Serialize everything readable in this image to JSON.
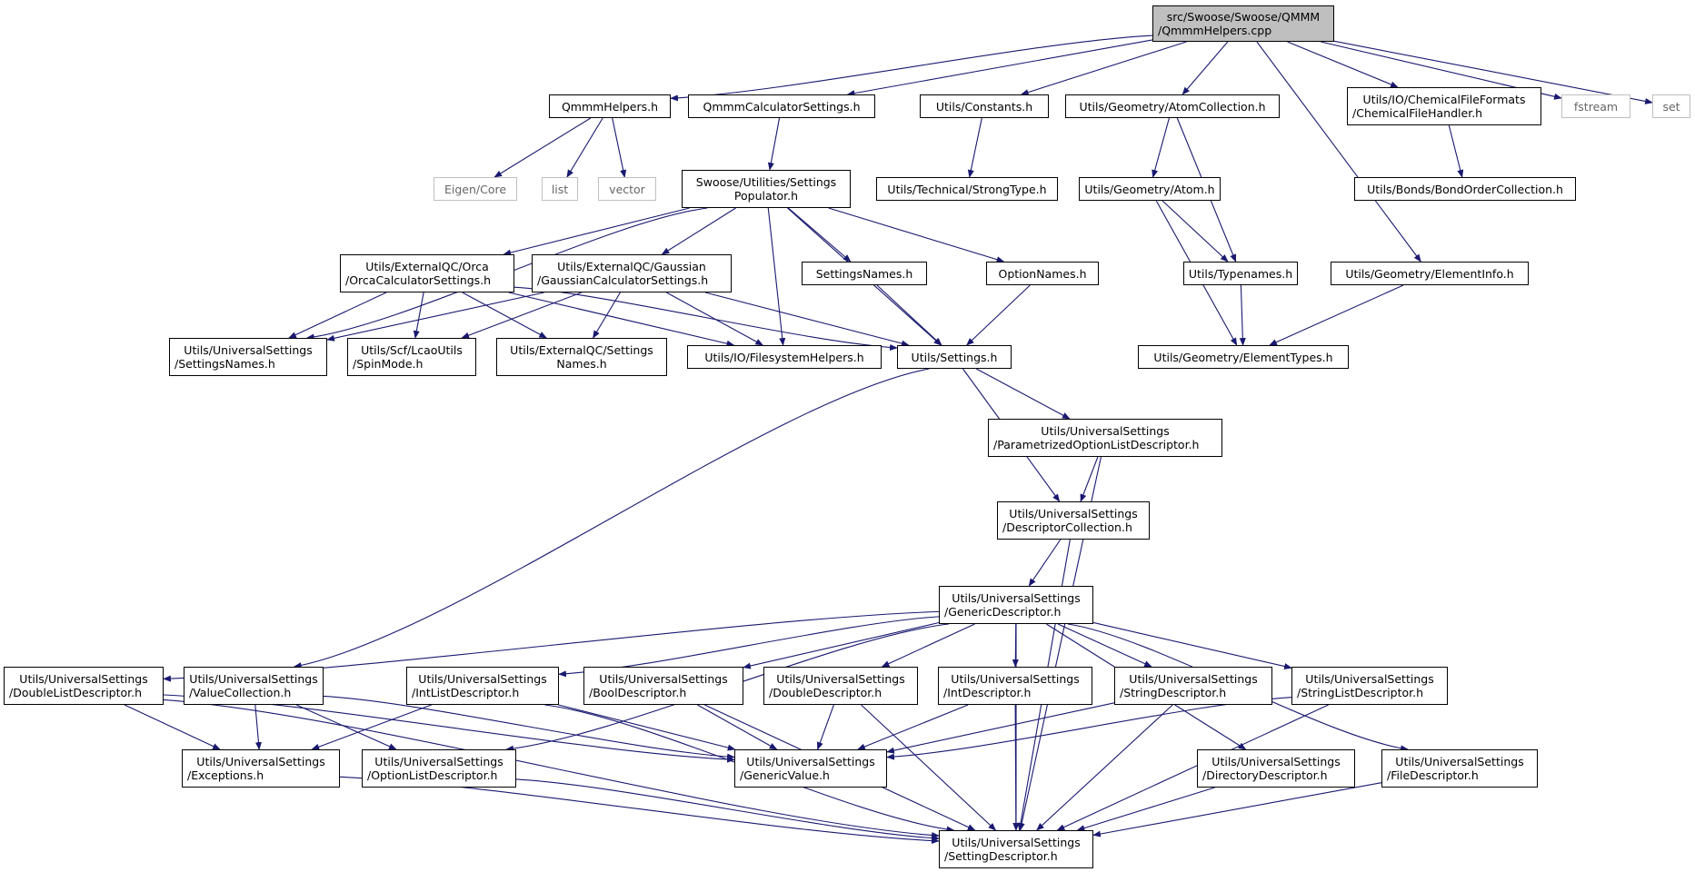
{
  "diagram": {
    "colors": {
      "edge": "#191970",
      "node_border": "#000000",
      "external_border": "#bfbfbf",
      "root_fill": "#bfbfbf"
    },
    "nodes": [
      {
        "id": "root",
        "lines": [
          "src/Swoose/Swoose/QMMM",
          "/QmmmHelpers.cpp"
        ],
        "kind": "root"
      },
      {
        "id": "qmmmhelpers_h",
        "lines": [
          "QmmmHelpers.h"
        ]
      },
      {
        "id": "qmmmcalc",
        "lines": [
          "QmmmCalculatorSettings.h"
        ]
      },
      {
        "id": "constants",
        "lines": [
          "Utils/Constants.h"
        ]
      },
      {
        "id": "atomcollection",
        "lines": [
          "Utils/Geometry/AtomCollection.h"
        ]
      },
      {
        "id": "chemfile",
        "lines": [
          "Utils/IO/ChemicalFileFormats",
          "/ChemicalFileHandler.h"
        ]
      },
      {
        "id": "fstream",
        "lines": [
          "fstream"
        ],
        "kind": "ext"
      },
      {
        "id": "set",
        "lines": [
          "set"
        ],
        "kind": "ext"
      },
      {
        "id": "eigen",
        "lines": [
          "Eigen/Core"
        ],
        "kind": "ext"
      },
      {
        "id": "list",
        "lines": [
          "list"
        ],
        "kind": "ext"
      },
      {
        "id": "vector",
        "lines": [
          "vector"
        ],
        "kind": "ext"
      },
      {
        "id": "populator",
        "lines": [
          "Swoose/Utilities/Settings",
          "Populator.h"
        ]
      },
      {
        "id": "strongtype",
        "lines": [
          "Utils/Technical/StrongType.h"
        ]
      },
      {
        "id": "atom",
        "lines": [
          "Utils/Geometry/Atom.h"
        ]
      },
      {
        "id": "bondorder",
        "lines": [
          "Utils/Bonds/BondOrderCollection.h"
        ]
      },
      {
        "id": "orca",
        "lines": [
          "Utils/ExternalQC/Orca",
          "/OrcaCalculatorSettings.h"
        ]
      },
      {
        "id": "gaussian",
        "lines": [
          "Utils/ExternalQC/Gaussian",
          "/GaussianCalculatorSettings.h"
        ]
      },
      {
        "id": "settingsnames",
        "lines": [
          "SettingsNames.h"
        ]
      },
      {
        "id": "optionnames",
        "lines": [
          "OptionNames.h"
        ]
      },
      {
        "id": "typenames",
        "lines": [
          "Utils/Typenames.h"
        ]
      },
      {
        "id": "elementinfo",
        "lines": [
          "Utils/Geometry/ElementInfo.h"
        ]
      },
      {
        "id": "us_settingsnames",
        "lines": [
          "Utils/UniversalSettings",
          "/SettingsNames.h"
        ]
      },
      {
        "id": "spinmode",
        "lines": [
          "Utils/Scf/LcaoUtils",
          "/SpinMode.h"
        ]
      },
      {
        "id": "extqc_names",
        "lines": [
          "Utils/ExternalQC/Settings",
          "Names.h"
        ]
      },
      {
        "id": "fshelpers",
        "lines": [
          "Utils/IO/FilesystemHelpers.h"
        ]
      },
      {
        "id": "settings",
        "lines": [
          "Utils/Settings.h"
        ]
      },
      {
        "id": "elementtypes",
        "lines": [
          "Utils/Geometry/ElementTypes.h"
        ]
      },
      {
        "id": "paramoptlist",
        "lines": [
          "Utils/UniversalSettings",
          "/ParametrizedOptionListDescriptor.h"
        ]
      },
      {
        "id": "desccoll",
        "lines": [
          "Utils/UniversalSettings",
          "/DescriptorCollection.h"
        ]
      },
      {
        "id": "genericdesc",
        "lines": [
          "Utils/UniversalSettings",
          "/GenericDescriptor.h"
        ]
      },
      {
        "id": "doublelist",
        "lines": [
          "Utils/UniversalSettings",
          "/DoubleListDescriptor.h"
        ]
      },
      {
        "id": "valuecoll",
        "lines": [
          "Utils/UniversalSettings",
          "/ValueCollection.h"
        ]
      },
      {
        "id": "intlist",
        "lines": [
          "Utils/UniversalSettings",
          "/IntListDescriptor.h"
        ]
      },
      {
        "id": "booldesc",
        "lines": [
          "Utils/UniversalSettings",
          "/BoolDescriptor.h"
        ]
      },
      {
        "id": "doubledesc",
        "lines": [
          "Utils/UniversalSettings",
          "/DoubleDescriptor.h"
        ]
      },
      {
        "id": "intdesc",
        "lines": [
          "Utils/UniversalSettings",
          "/IntDescriptor.h"
        ]
      },
      {
        "id": "stringdesc",
        "lines": [
          "Utils/UniversalSettings",
          "/StringDescriptor.h"
        ]
      },
      {
        "id": "stringlist",
        "lines": [
          "Utils/UniversalSettings",
          "/StringListDescriptor.h"
        ]
      },
      {
        "id": "exceptions",
        "lines": [
          "Utils/UniversalSettings",
          "/Exceptions.h"
        ]
      },
      {
        "id": "optionlist",
        "lines": [
          "Utils/UniversalSettings",
          "/OptionListDescriptor.h"
        ]
      },
      {
        "id": "genericvalue",
        "lines": [
          "Utils/UniversalSettings",
          "/GenericValue.h"
        ]
      },
      {
        "id": "dirdesc",
        "lines": [
          "Utils/UniversalSettings",
          "/DirectoryDescriptor.h"
        ]
      },
      {
        "id": "filedesc",
        "lines": [
          "Utils/UniversalSettings",
          "/FileDescriptor.h"
        ]
      },
      {
        "id": "settingdesc",
        "lines": [
          "Utils/UniversalSettings",
          "/SettingDescriptor.h"
        ]
      }
    ],
    "edges": [
      [
        "root",
        "qmmmhelpers_h"
      ],
      [
        "root",
        "qmmmcalc"
      ],
      [
        "root",
        "constants"
      ],
      [
        "root",
        "atomcollection"
      ],
      [
        "root",
        "chemfile"
      ],
      [
        "root",
        "fstream"
      ],
      [
        "root",
        "set"
      ],
      [
        "root",
        "elementinfo"
      ],
      [
        "qmmmhelpers_h",
        "eigen"
      ],
      [
        "qmmmhelpers_h",
        "list"
      ],
      [
        "qmmmhelpers_h",
        "vector"
      ],
      [
        "qmmmcalc",
        "populator"
      ],
      [
        "constants",
        "strongtype"
      ],
      [
        "atomcollection",
        "atom"
      ],
      [
        "atomcollection",
        "typenames"
      ],
      [
        "chemfile",
        "bondorder"
      ],
      [
        "populator",
        "orca"
      ],
      [
        "populator",
        "gaussian"
      ],
      [
        "populator",
        "settingsnames"
      ],
      [
        "populator",
        "optionnames"
      ],
      [
        "populator",
        "us_settingsnames"
      ],
      [
        "populator",
        "fshelpers"
      ],
      [
        "populator",
        "settings"
      ],
      [
        "orca",
        "us_settingsnames"
      ],
      [
        "orca",
        "spinmode"
      ],
      [
        "orca",
        "extqc_names"
      ],
      [
        "orca",
        "fshelpers"
      ],
      [
        "orca",
        "settings"
      ],
      [
        "gaussian",
        "us_settingsnames"
      ],
      [
        "gaussian",
        "spinmode"
      ],
      [
        "gaussian",
        "extqc_names"
      ],
      [
        "gaussian",
        "fshelpers"
      ],
      [
        "gaussian",
        "settings"
      ],
      [
        "settingsnames",
        "settings"
      ],
      [
        "optionnames",
        "settings"
      ],
      [
        "atom",
        "typenames"
      ],
      [
        "atom",
        "elementtypes"
      ],
      [
        "typenames",
        "elementtypes"
      ],
      [
        "elementinfo",
        "elementtypes"
      ],
      [
        "settings",
        "valuecoll"
      ],
      [
        "settings",
        "paramoptlist"
      ],
      [
        "settings",
        "desccoll"
      ],
      [
        "paramoptlist",
        "desccoll"
      ],
      [
        "paramoptlist",
        "settingdesc"
      ],
      [
        "desccoll",
        "genericdesc"
      ],
      [
        "desccoll",
        "settingdesc"
      ],
      [
        "genericdesc",
        "doublelist"
      ],
      [
        "genericdesc",
        "optionlist"
      ],
      [
        "genericdesc",
        "intlist"
      ],
      [
        "genericdesc",
        "booldesc"
      ],
      [
        "genericdesc",
        "doubledesc"
      ],
      [
        "genericdesc",
        "intdesc"
      ],
      [
        "genericdesc",
        "stringdesc"
      ],
      [
        "genericdesc",
        "stringlist"
      ],
      [
        "genericdesc",
        "dirdesc"
      ],
      [
        "genericdesc",
        "filedesc"
      ],
      [
        "genericdesc",
        "settingdesc"
      ],
      [
        "doublelist",
        "exceptions"
      ],
      [
        "doublelist",
        "genericvalue"
      ],
      [
        "doublelist",
        "settingdesc"
      ],
      [
        "valuecoll",
        "exceptions"
      ],
      [
        "valuecoll",
        "optionlist"
      ],
      [
        "valuecoll",
        "genericvalue"
      ],
      [
        "intlist",
        "exceptions"
      ],
      [
        "intlist",
        "genericvalue"
      ],
      [
        "intlist",
        "settingdesc"
      ],
      [
        "booldesc",
        "genericvalue"
      ],
      [
        "booldesc",
        "settingdesc"
      ],
      [
        "doubledesc",
        "genericvalue"
      ],
      [
        "doubledesc",
        "settingdesc"
      ],
      [
        "intdesc",
        "genericvalue"
      ],
      [
        "intdesc",
        "settingdesc"
      ],
      [
        "stringdesc",
        "genericvalue"
      ],
      [
        "stringdesc",
        "settingdesc"
      ],
      [
        "stringlist",
        "genericvalue"
      ],
      [
        "stringlist",
        "settingdesc"
      ],
      [
        "exceptions",
        "settingdesc"
      ],
      [
        "optionlist",
        "settingdesc"
      ],
      [
        "dirdesc",
        "settingdesc"
      ],
      [
        "filedesc",
        "settingdesc"
      ]
    ]
  }
}
